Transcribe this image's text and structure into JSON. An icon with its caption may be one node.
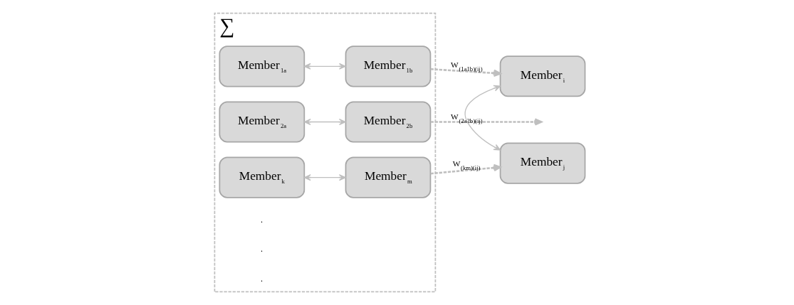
{
  "diagram": {
    "nodes": [
      {
        "text": [
          "∑"
        ]
      },
      {
        "text": [
          "Member$_{1a}$"
        ],
        "in": 0
      },
      {
        "text": [
          "Member$_{1b}$"
        ],
        "in": 0
      },
      {
        "text": [
          "Member$_{2a}$"
        ],
        "in": 0
      },
      {
        "text": [
          "Member$_{2b}$"
        ],
        "in": 0
      },
      {
        "text": [
          "Member$_{k}$"
        ],
        "in": 0
      },
      {
        "text": [
          "Member$_{m}$"
        ],
        "in": 0
      },
      {
        "text": [
          "Member$_{i}$"
        ]
      },
      {
        "text": [
          "Member$_{j}$"
        ]
      }
    ],
    "edges": [
      {
        "from": 1,
        "to": 2,
        "arrow": "both"
      },
      {
        "from": 3,
        "to": 4,
        "arrow": "both"
      },
      {
        "from": 5,
        "to": 6,
        "arrow": "both"
      },
      {
        "from": 2,
        "to": 7,
        "arrow": "to",
        "style": "dashed",
        "label": "W$_{(1a1b)(ij)}$"
      },
      {
        "from": 4,
        "to": null,
        "arrow": "to",
        "style": "dashed",
        "label": "W$_{(2a2b)(ij)}$"
      },
      {
        "from": 6,
        "to": 8,
        "arrow": "to",
        "style": "dashed",
        "label": "W$_{(km)(ij)}$"
      },
      {
        "from": 7,
        "to": 8,
        "arrow": "both"
      }
    ],
    "labels": [
      ".",
      ".",
      "."
    ]
  }
}
